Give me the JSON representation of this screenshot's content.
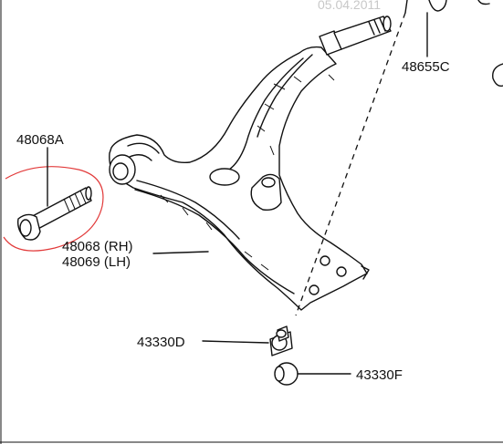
{
  "date_stamp": "05.04.2011",
  "parts": {
    "p48068A": "48068A",
    "p48068": "48068 (RH)",
    "p48069": "48069 (LH)",
    "p48655C": "48655C",
    "p43330D": "43330D",
    "p43330F": "43330F"
  },
  "colors": {
    "line": "#111111",
    "highlight": "#e23a3a",
    "stamp": "#c8c8c8"
  }
}
